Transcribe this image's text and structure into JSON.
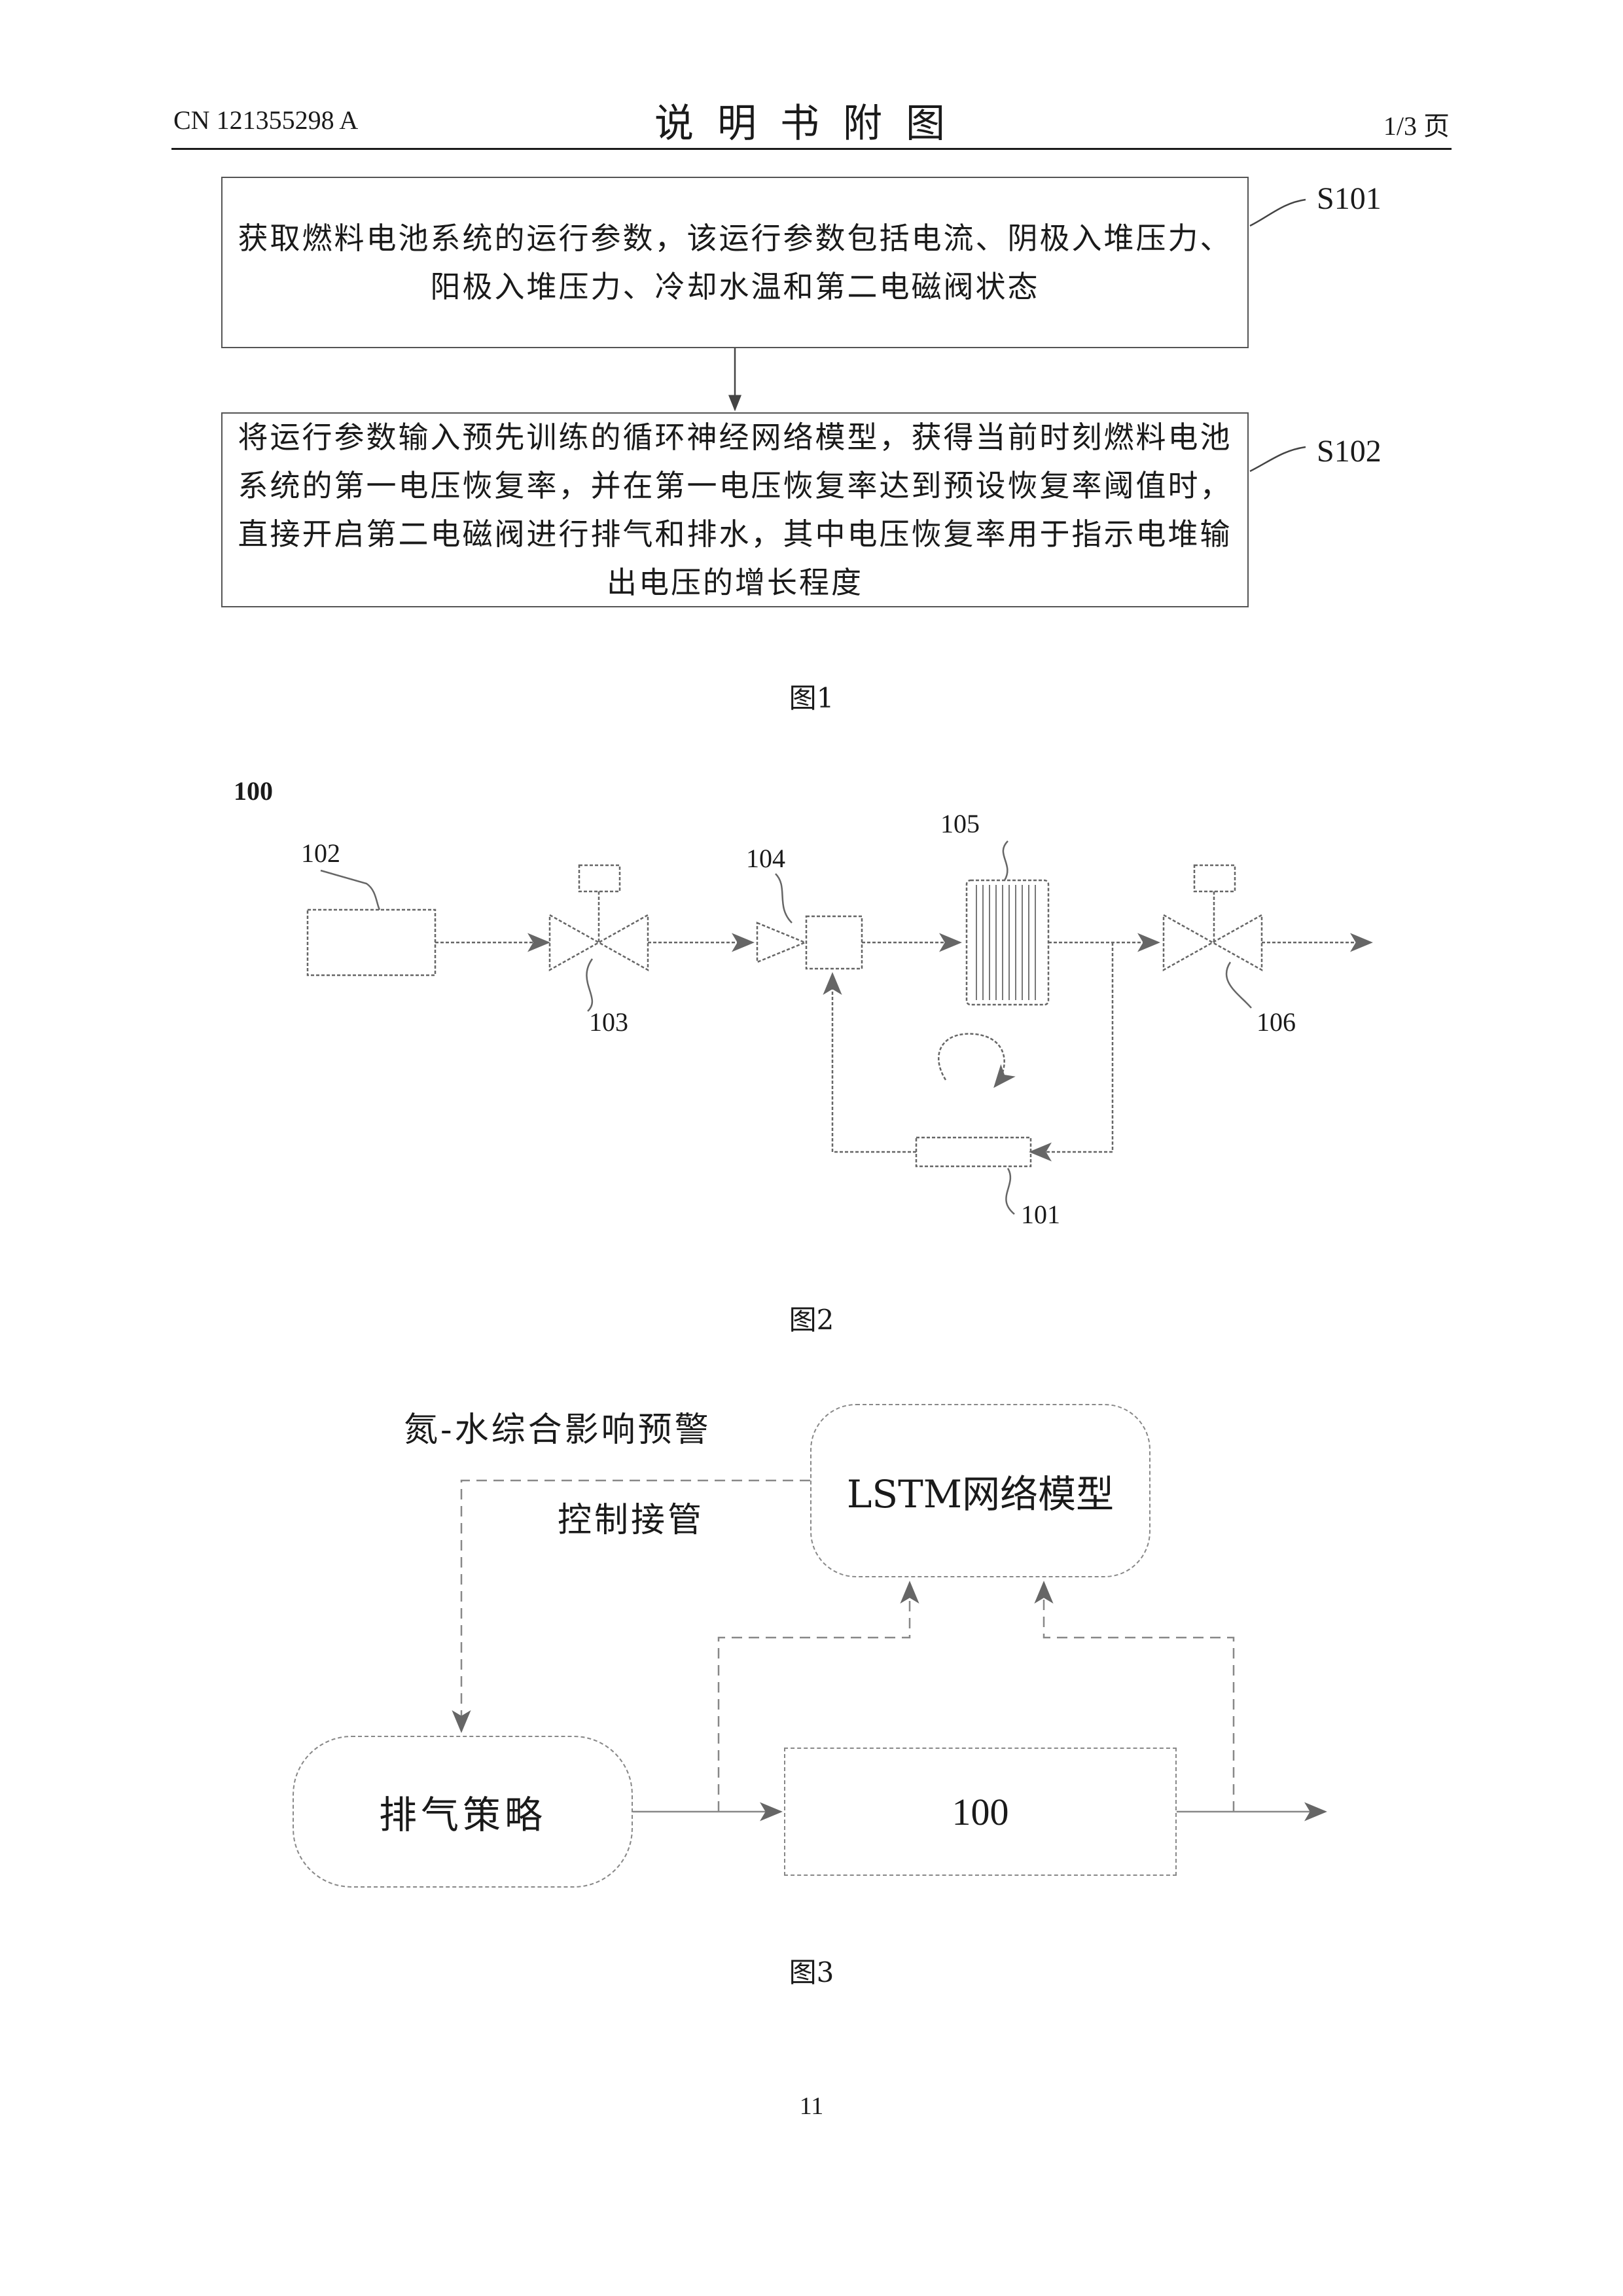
{
  "header": {
    "publication_number": "CN 121355298 A",
    "section_title": "说明书附图",
    "page_of_total": "1/3 页"
  },
  "figure1": {
    "steps": [
      {
        "id": "S101",
        "text": "获取燃料电池系统的运行参数，该运行参数包括电流、阴极入堆压力、阳极入堆压力、冷却水温和第二电磁阀状态"
      },
      {
        "id": "S102",
        "text": "将运行参数输入预先训练的循环神经网络模型，获得当前时刻燃料电池系统的第一电压恢复率，并在第一电压恢复率达到预设恢复率阈值时，直接开启第二电磁阀进行排气和排水，其中电压恢复率用于指示电堆输出电压的增长程度"
      }
    ],
    "caption": "图1"
  },
  "figure2": {
    "system_label": "100",
    "components": {
      "c102": "102",
      "c103": "103",
      "c104": "104",
      "c105": "105",
      "c106": "106",
      "c101": "101"
    },
    "caption": "图2"
  },
  "figure3": {
    "warning_label": "氮-水综合影响预警",
    "takeover_label": "控制接管",
    "lstm_box": "LSTM网络模型",
    "strategy_box": "排气策略",
    "system_box": "100",
    "caption": "图3"
  },
  "footer": {
    "page_number": "11"
  }
}
